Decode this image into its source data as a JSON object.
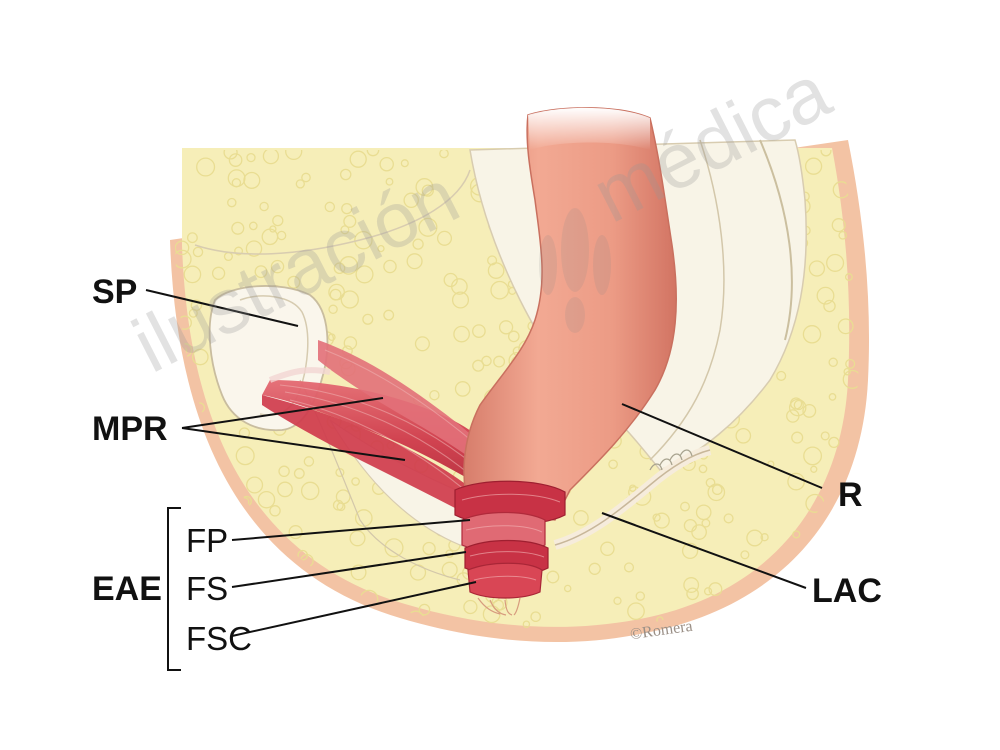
{
  "labels": {
    "sp": "SP",
    "mpr": "MPR",
    "eae": "EAE",
    "fp": "FP",
    "fs": "FS",
    "fsc": "FSC",
    "r": "R",
    "lac": "LAC"
  },
  "watermark": {
    "left": "ilustración",
    "right": "médica"
  },
  "credit": "©Romera",
  "colors": {
    "skin_outline": "#e8a07a",
    "fat": "#f6eeb8",
    "fat_bubble": "#e9dd92",
    "fascia": "#f7f3e6",
    "rectum": "#ec9d86",
    "rectum_shade": "#d9786a",
    "muscle": "#d94a57",
    "muscle_dark": "#b8283a",
    "leader": "#111111"
  }
}
